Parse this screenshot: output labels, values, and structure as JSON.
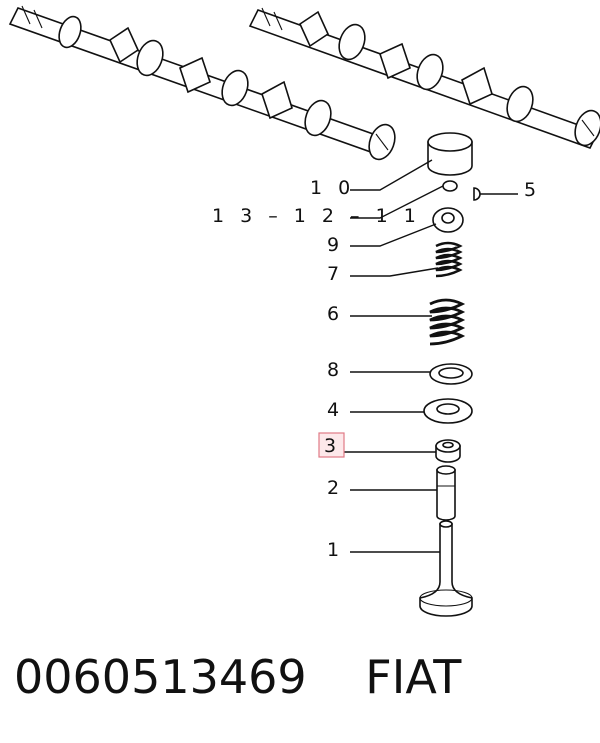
{
  "diagram": {
    "callouts": [
      {
        "id": "10",
        "label": "1 0"
      },
      {
        "id": "13-12-11",
        "label": "1 3 – 1 2 – 1 1"
      },
      {
        "id": "5",
        "label": "5"
      },
      {
        "id": "9",
        "label": "9"
      },
      {
        "id": "7",
        "label": "7"
      },
      {
        "id": "6",
        "label": "6"
      },
      {
        "id": "8",
        "label": "8"
      },
      {
        "id": "4",
        "label": "4"
      },
      {
        "id": "3",
        "label": "3",
        "highlighted": true
      },
      {
        "id": "2",
        "label": "2"
      },
      {
        "id": "1",
        "label": "1"
      }
    ],
    "highlight_color": "#fde8ea",
    "highlight_border": "#e07a85"
  },
  "footer": {
    "part_number": "0060513469",
    "brand": "FIAT"
  }
}
